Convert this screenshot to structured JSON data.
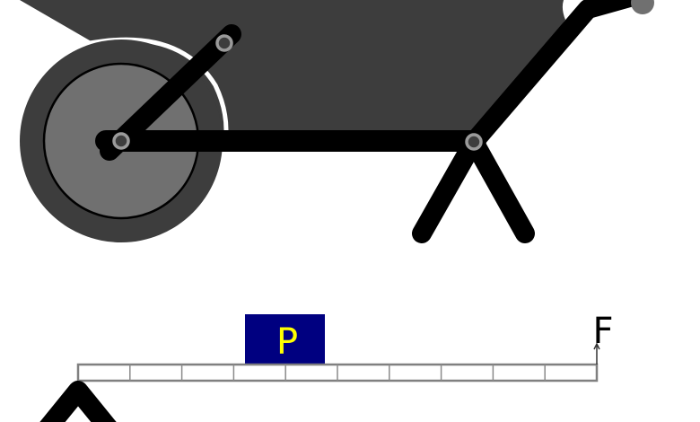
{
  "figure": {
    "wheelbarrow": {
      "tray_color": "#3d3d3d",
      "frame_color": "#000000",
      "wheel_tire_color": "#3d3d3d",
      "wheel_hub_color": "#707070",
      "pivot_color": "#9a9a9a",
      "handle_grip_color": "#707070"
    },
    "lever": {
      "load_label": "P",
      "load_box_color": "#000080",
      "load_text_color": "#ffff00",
      "force_label": "F",
      "beam_segments": 10,
      "beam_stroke_color": "#808080",
      "fulcrum_color": "#000000"
    }
  }
}
